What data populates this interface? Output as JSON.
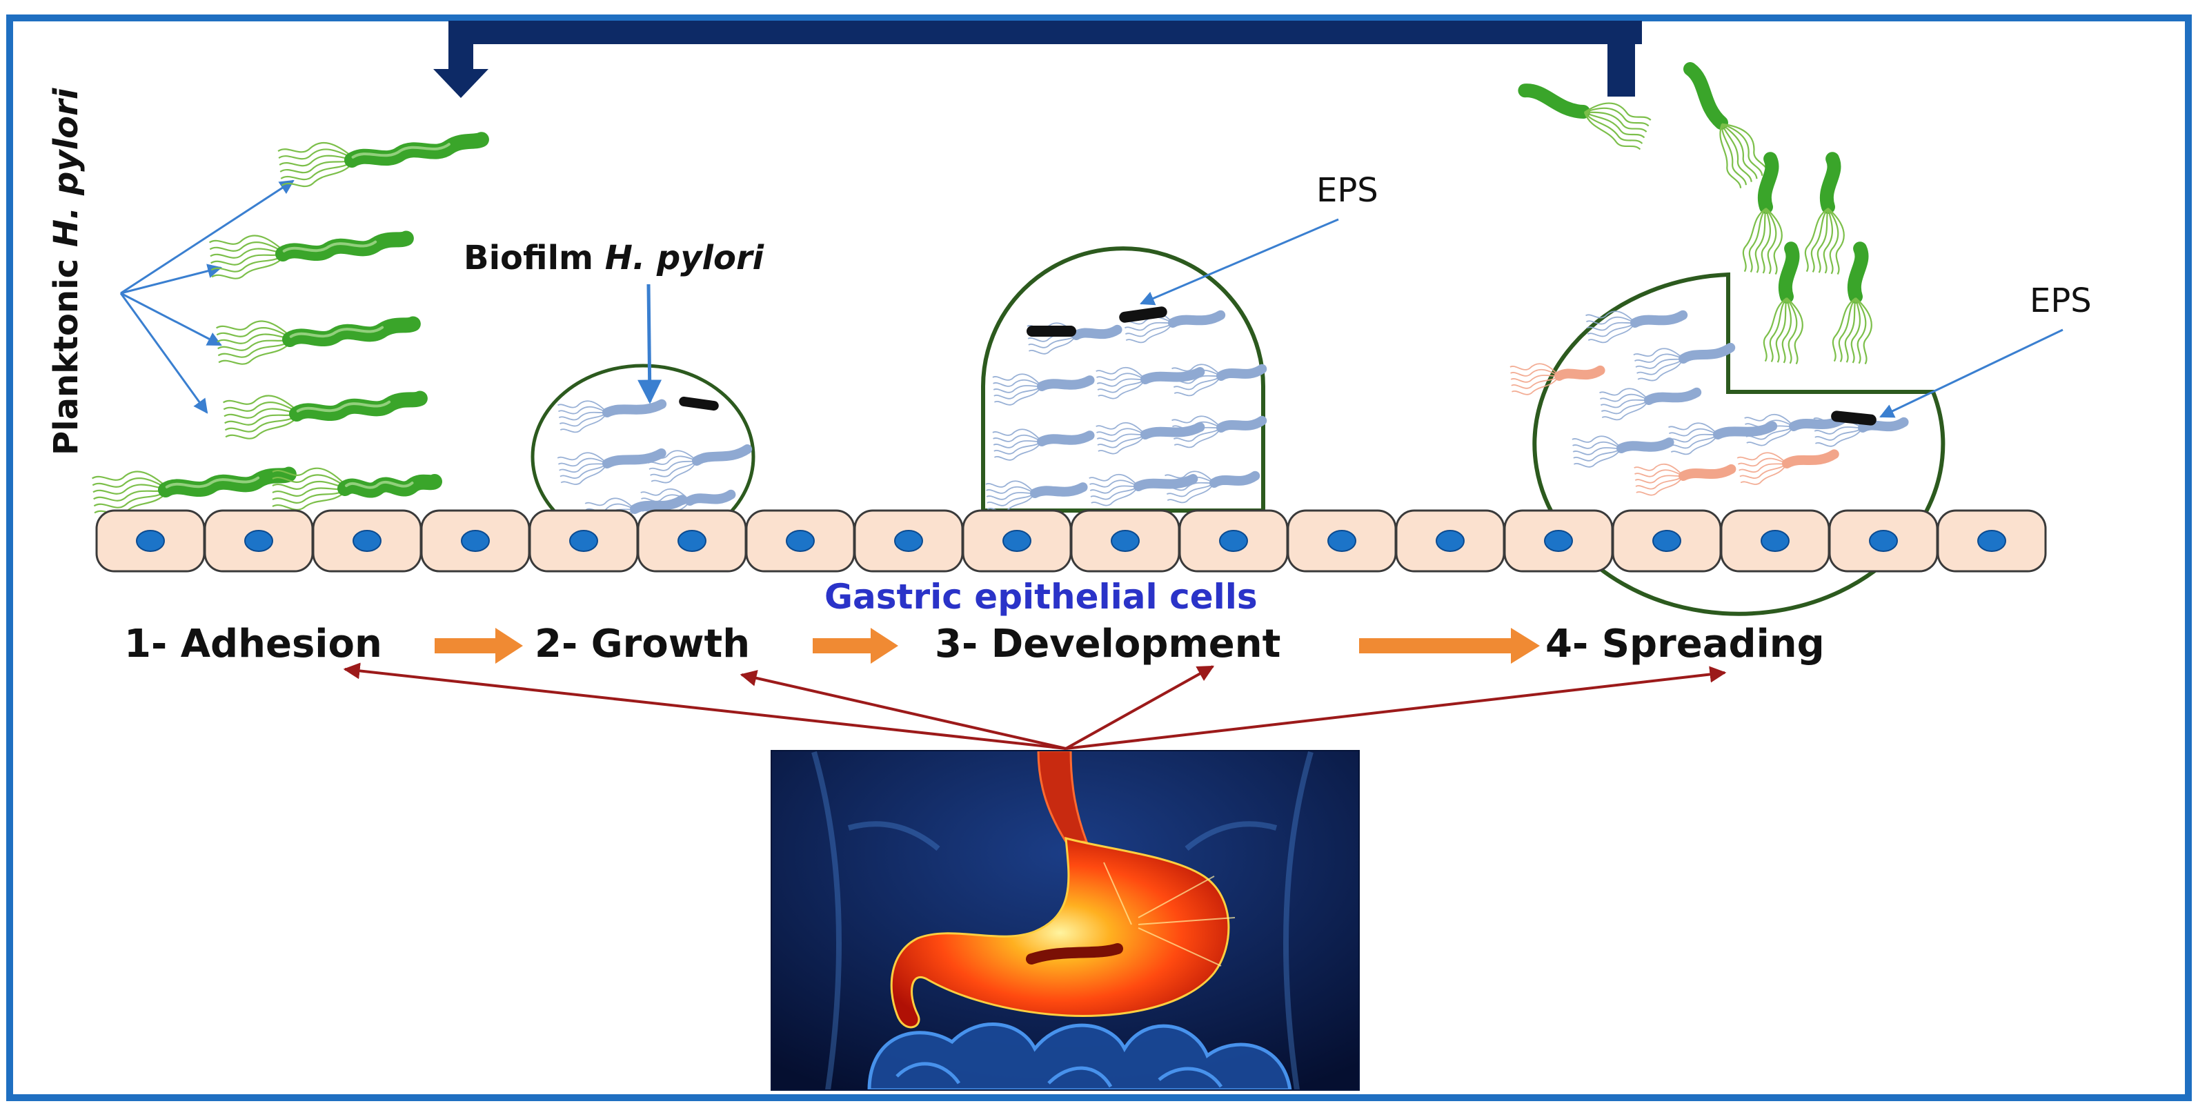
{
  "labels": {
    "planktonic_prefix": "Planktonic ",
    "planktonic_italic": "H. pylori",
    "biofilm_prefix": "Biofilm ",
    "biofilm_italic": "H. pylori",
    "eps_development": "EPS",
    "eps_spreading": "EPS",
    "gastric_cells": "Gastric epithelial cells"
  },
  "stages": [
    {
      "label": "1- Adhesion"
    },
    {
      "label": "2- Growth"
    },
    {
      "label": "3- Development"
    },
    {
      "label": "4- Spreading"
    }
  ],
  "colors": {
    "frame": "#1f6fc1",
    "top_arrow": "#0d2a66",
    "bacteria_green": "#3aa52a",
    "flagella_green": "#7cbf4a",
    "biofilm_blue": "#8fa9d2",
    "biofilm_pink": "#f2a58a",
    "cell_fill": "#fbe1cf",
    "cell_stroke": "#3a3a3a",
    "nucleus": "#1c74c8",
    "pointer_blue": "#3a7fd0",
    "stage_arrow": "#f08a33",
    "red_arrow": "#9c1a1a",
    "gastric_text": "#2a33c8",
    "biofilm_outline": "#2c5a1e",
    "stomach_bg": "#0b1d4d"
  }
}
